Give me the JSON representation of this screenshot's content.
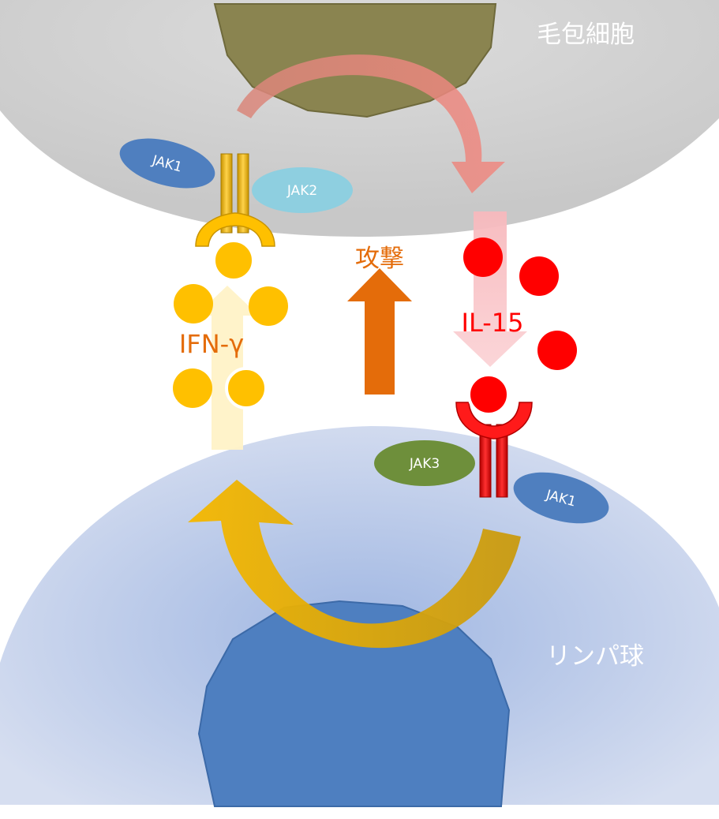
{
  "labels": {
    "hair_follicle_cell": "毛包細胞",
    "lymphocyte": "リンパ球",
    "attack": "攻撃",
    "ifn_gamma": "IFN-γ",
    "il15": "IL-15",
    "jak1_top": "JAK1",
    "jak2": "JAK2",
    "jak3": "JAK3",
    "jak1_bottom": "JAK1"
  },
  "colors": {
    "follicle_fill": "#d4d4d4",
    "lymphocyte_fill": "#b9c9e8",
    "nucleus_top": "#8a8450",
    "nucleus_bottom": "#4e7fc0",
    "ifn_gamma": "#ffc000",
    "il15": "#ff0000",
    "attack_arrow": "#e46c0a",
    "jak1": "#4f7fbf",
    "jak2": "#8ecfe0",
    "jak3": "#6e8f3b",
    "label_orange": "#e46c0a",
    "label_red": "#ff0000",
    "label_grey": "#ffffff"
  }
}
